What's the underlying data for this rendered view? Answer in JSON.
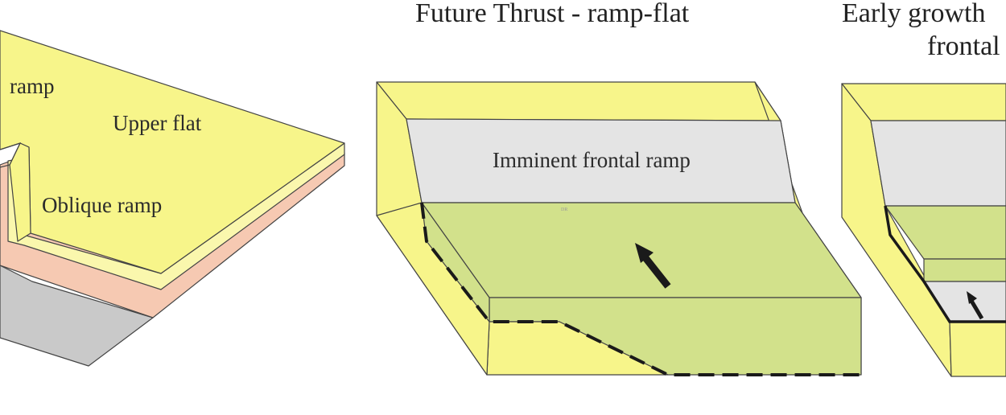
{
  "titles": {
    "middle": "Future Thrust - ramp-flat",
    "right_line1": "Early growth",
    "right_line2": "frontal"
  },
  "labels": {
    "left_ramp": "ramp",
    "upper_flat": "Upper flat",
    "oblique_ramp": "Oblique  ramp",
    "imminent_frontal_ramp": "Imminent frontal  ramp",
    "tiny_mark": "DR"
  },
  "icons": {
    "movement_arrow": "arrow-up-left-icon",
    "small_arrow": "arrow-up-left-icon"
  },
  "colors": {
    "yellow": "#f7f58a",
    "green": "#d2e18b",
    "grey": "#e4e4e4",
    "pink": "#f6c9b2",
    "pale_yellow": "#faf7ad",
    "dark_grey": "#c9c9c9",
    "line": "#1a1a1a"
  }
}
